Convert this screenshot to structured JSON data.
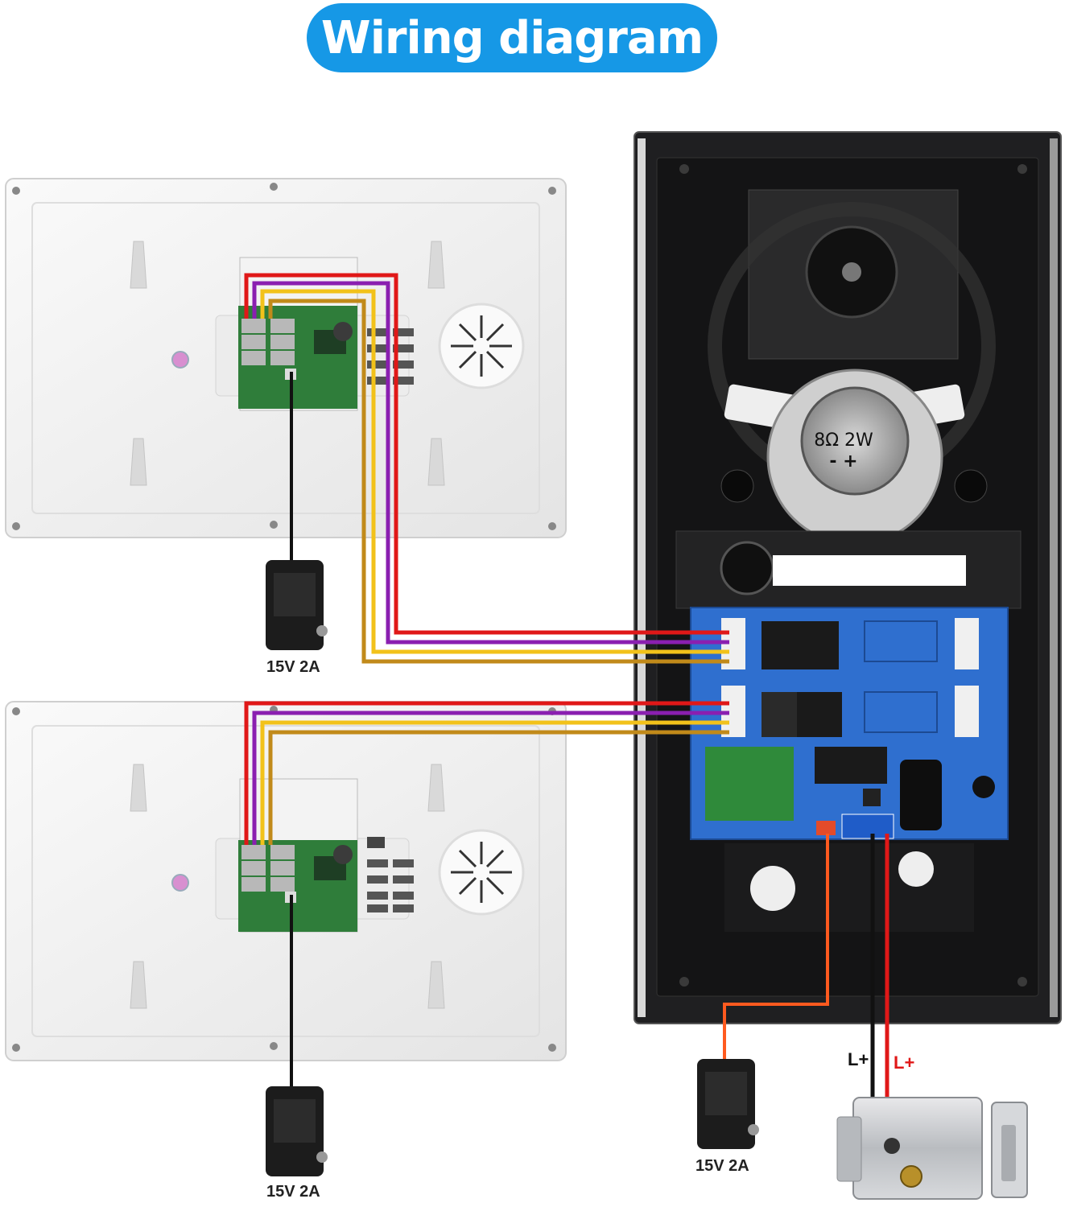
{
  "title": "Wiring diagram",
  "colors": {
    "accent": "#1698e6",
    "wire_red": "#e01818",
    "wire_purple": "#8a1fb0",
    "wire_yellow": "#f2c21a",
    "wire_brown": "#c18a1a",
    "wire_orange": "#ff5a1f",
    "pcb_blue": "#2f6fcf",
    "pcb_green": "#2f7d3a"
  },
  "monitors": [
    {
      "id": "monitor-1"
    },
    {
      "id": "monitor-2"
    }
  ],
  "power_supplies": [
    {
      "label": "15V 2A"
    },
    {
      "label": "15V 2A"
    },
    {
      "label": "15V 2A"
    }
  ],
  "speaker": {
    "label": "8Ω 2W",
    "polarity": "- +"
  },
  "lock": {
    "terminal_black": "L+",
    "terminal_red": "L+"
  }
}
